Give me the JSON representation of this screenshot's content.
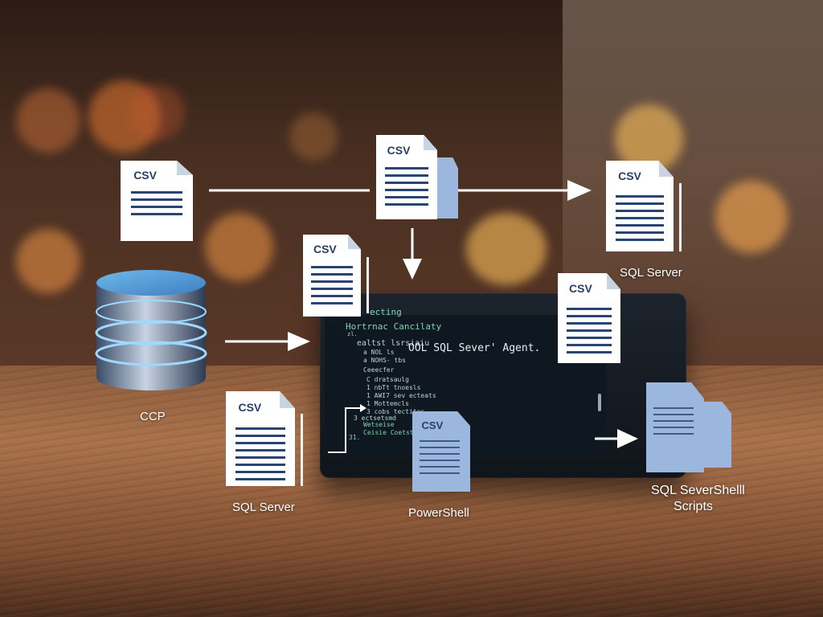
{
  "documents": {
    "csv_label": "CSV"
  },
  "terminal": {
    "lines": [
      "ecting",
      "Hortrnac Cancilaty",
      "zl.",
      "ealtst lsrsiaiu",
      "a NOL ls",
      "a NOHS- tbs",
      "Ceeecfer",
      "C dratsaulg",
      "1 nbTt tnoesls",
      "1 AWI7 sev ecteats",
      "1 Mottemcls",
      "3 cobs tectites",
      "3 ectsetsmd",
      "Wetseise",
      "Ceisie Coetst",
      "31."
    ],
    "agent_text": "OOL SQL Sever' Agent."
  },
  "labels": {
    "ccp": "CCP",
    "sql_server_top": "SQL Server",
    "sql_server_bottom": "SQL Server",
    "powershell": "PowerShell",
    "scripts_line1": "SQL SeverShelll",
    "scripts_line2": "Scripts"
  },
  "colors": {
    "doc_blue": "#9bb7dd",
    "doc_line": "#2a4375",
    "terminal_bg": "#0f1820",
    "arrow": "#ffffff"
  }
}
